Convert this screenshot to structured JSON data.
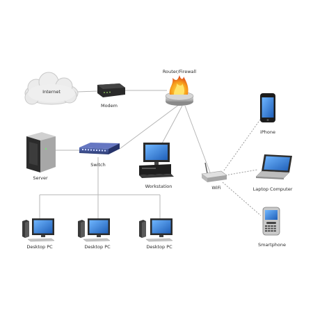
{
  "diagram": {
    "colors": {
      "wired_link": "#b5b5b5",
      "wireless_link": "#9a9a9a",
      "label_text": "#2a2a2a",
      "switch_blue": "#3d4f8f",
      "firewall_flame": "#f5a21b",
      "screen_blue": "#2f7fd6"
    },
    "nodes": {
      "internet": {
        "label": "Internet",
        "icon": "cloud-icon"
      },
      "modem": {
        "label": "Modem",
        "icon": "modem-icon"
      },
      "router": {
        "label": "Router/Firewall",
        "icon": "firewall-icon"
      },
      "iphone": {
        "label": "iPhone",
        "icon": "phone-icon"
      },
      "server": {
        "label": "Server",
        "icon": "server-icon"
      },
      "switch": {
        "label": "Switch",
        "icon": "switch-icon"
      },
      "workstation": {
        "label": "Workstation",
        "icon": "workstation-icon"
      },
      "wifi": {
        "label": "WiFi",
        "icon": "wifi-router-icon"
      },
      "laptop": {
        "label": "Laptop Computer",
        "icon": "laptop-icon"
      },
      "smartphone": {
        "label": "Smartphone",
        "icon": "smartphone-icon"
      },
      "desktop1": {
        "label": "Desktop PC",
        "icon": "desktop-pc-icon"
      },
      "desktop2": {
        "label": "Desktop PC",
        "icon": "desktop-pc-icon"
      },
      "desktop3": {
        "label": "Desktop PC",
        "icon": "desktop-pc-icon"
      }
    },
    "links": [
      {
        "from": "internet",
        "to": "modem",
        "kind": "wired"
      },
      {
        "from": "modem",
        "to": "router",
        "kind": "wired"
      },
      {
        "from": "router",
        "to": "switch",
        "kind": "wired"
      },
      {
        "from": "router",
        "to": "workstation",
        "kind": "wired"
      },
      {
        "from": "router",
        "to": "wifi",
        "kind": "wired"
      },
      {
        "from": "server",
        "to": "switch",
        "kind": "wired"
      },
      {
        "from": "switch",
        "to": "desktop1",
        "kind": "wired"
      },
      {
        "from": "switch",
        "to": "desktop2",
        "kind": "wired"
      },
      {
        "from": "switch",
        "to": "desktop3",
        "kind": "wired"
      },
      {
        "from": "wifi",
        "to": "iphone",
        "kind": "wireless"
      },
      {
        "from": "wifi",
        "to": "laptop",
        "kind": "wireless"
      },
      {
        "from": "wifi",
        "to": "smartphone",
        "kind": "wireless"
      }
    ]
  }
}
